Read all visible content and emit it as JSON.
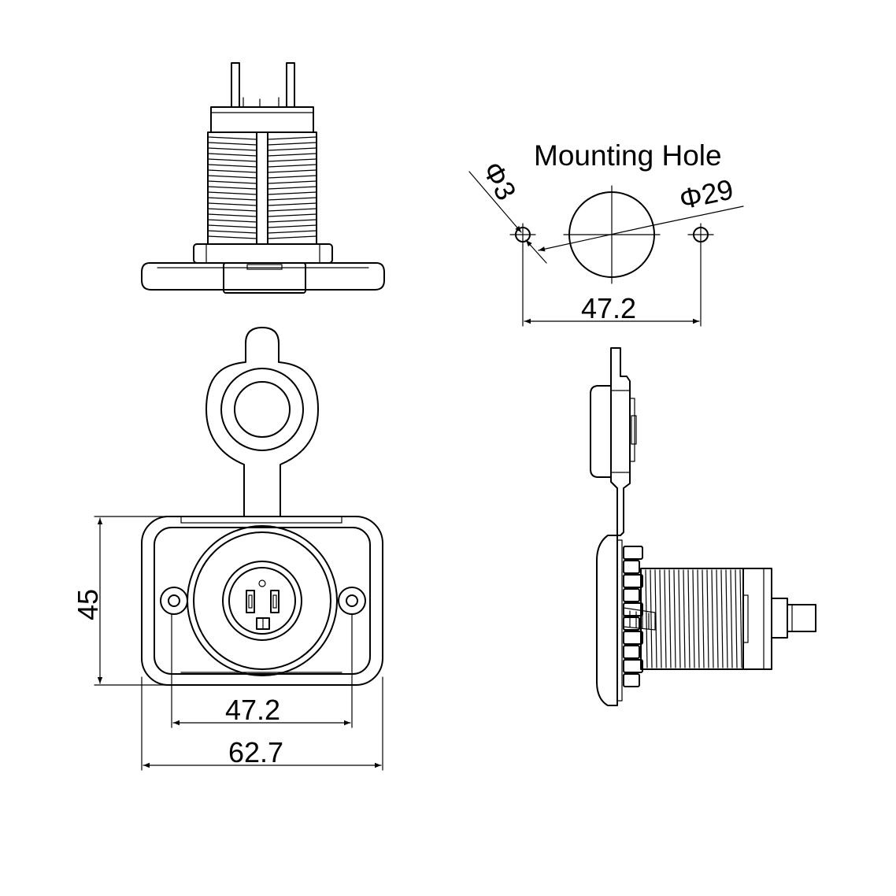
{
  "mounting_hole": {
    "title": "Mounting Hole",
    "small_hole_dia": "Φ3",
    "large_hole_dia": "Φ29",
    "hole_spacing": "47.2"
  },
  "front_view": {
    "height": "45",
    "hole_spacing": "47.2",
    "overall_width": "62.7"
  }
}
